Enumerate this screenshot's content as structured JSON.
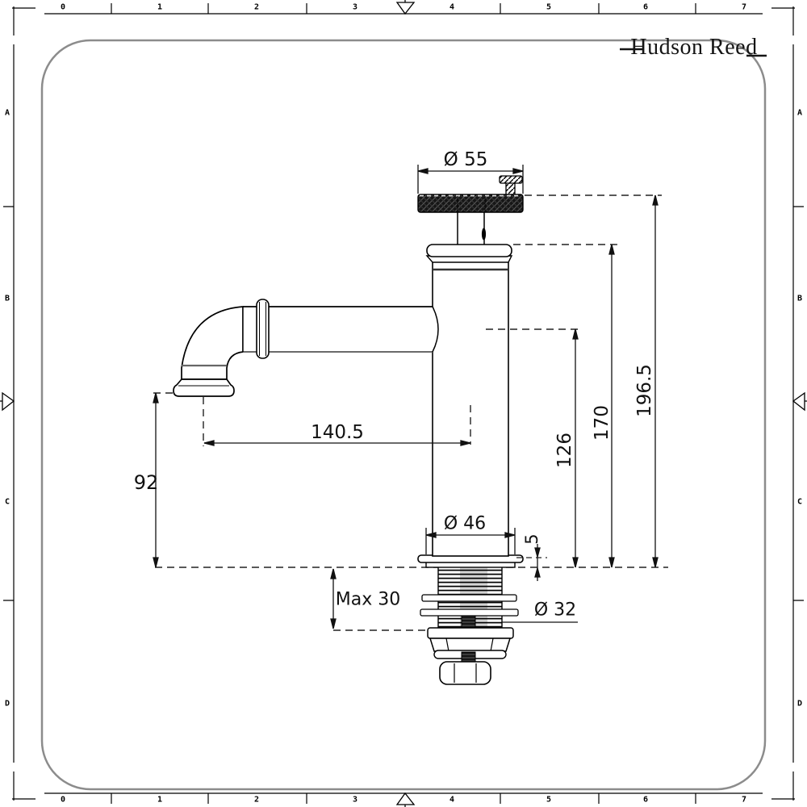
{
  "brand": {
    "logo_text": "Hudson Reed"
  },
  "drawing": {
    "title": "pillar-tap-technical-drawing",
    "dimensions": {
      "handle_diameter": "Ø 55",
      "total_height": "196.5",
      "body_top_height": "170",
      "spout_centre_height": "126",
      "spout_reach": "140.5",
      "spout_clearance": "92",
      "base_diameter": "Ø 46",
      "base_plate_height": "5",
      "max_deck_thickness": "Max 30",
      "tail_diameter": "Ø 32"
    }
  },
  "ruler": {
    "top": [
      "0",
      "1",
      "2",
      "3",
      "4",
      "5",
      "6",
      "7"
    ],
    "bottom": [
      "0",
      "1",
      "2",
      "3",
      "4",
      "5",
      "6",
      "7"
    ],
    "left": [
      "A",
      "B",
      "C",
      "D"
    ],
    "right": [
      "A",
      "B",
      "C",
      "D"
    ]
  }
}
